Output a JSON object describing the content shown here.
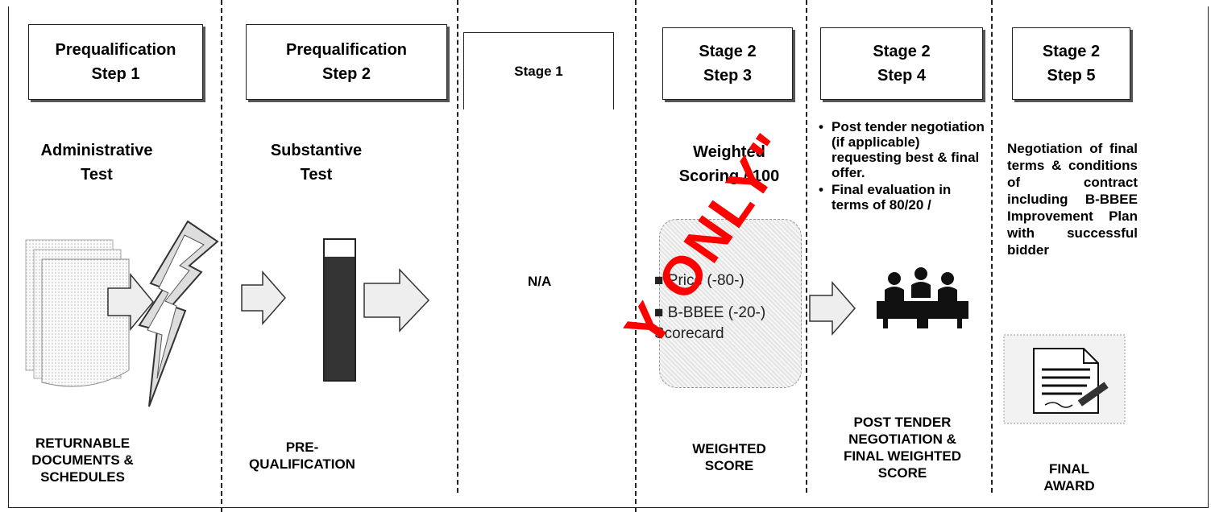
{
  "columns": [
    {
      "header": [
        "Prequalification",
        "Step 1"
      ],
      "test": [
        "Administrative",
        "Test"
      ],
      "bottom": [
        "RETURNABLE",
        "DOCUMENTS &",
        "SCHEDULES"
      ]
    },
    {
      "header": [
        "Prequalification",
        "Step 2"
      ],
      "test": [
        "Substantive",
        "Test"
      ],
      "bottom": [
        "PRE-",
        "QUALIFICATION"
      ]
    },
    {
      "header": [
        "Stage 1"
      ],
      "body": "N/A"
    },
    {
      "header": [
        "Stage 2",
        "Step 3"
      ],
      "test": [
        "Weighted",
        "Scoring / 100"
      ],
      "card_items": [
        "Price (-80-)",
        "B-BBEE (-20-)",
        "Scorecard"
      ],
      "bottom": [
        "WEIGHTED",
        "SCORE"
      ]
    },
    {
      "header": [
        "Stage 2",
        "Step 4"
      ],
      "bullets": [
        "Post tender negotiation (if applicable) requesting best & final offer.",
        "Final evaluation in terms of 80/20 /"
      ],
      "bottom": [
        "POST TENDER",
        "NEGOTIATION &",
        "FINAL WEIGHTED",
        "SCORE"
      ]
    },
    {
      "header": [
        "Stage 2",
        "Step 5"
      ],
      "text": "Negotiation of final terms & conditions of contract including B-BBEE Improvement Plan with successful bidder",
      "bottom": [
        "FINAL",
        "AWARD"
      ]
    }
  ],
  "watermark": "Y ONLY\"",
  "colors": {
    "line": "#222222",
    "watermark": "#ff0000",
    "hatch": "#e4e4e4"
  },
  "icons": [
    "documents-stack-icon",
    "arrow-right-icon",
    "lightning-bolt-icon",
    "progress-bar-icon",
    "meeting-table-icon",
    "contract-signing-icon"
  ],
  "progress_bar_fill": 0.88
}
